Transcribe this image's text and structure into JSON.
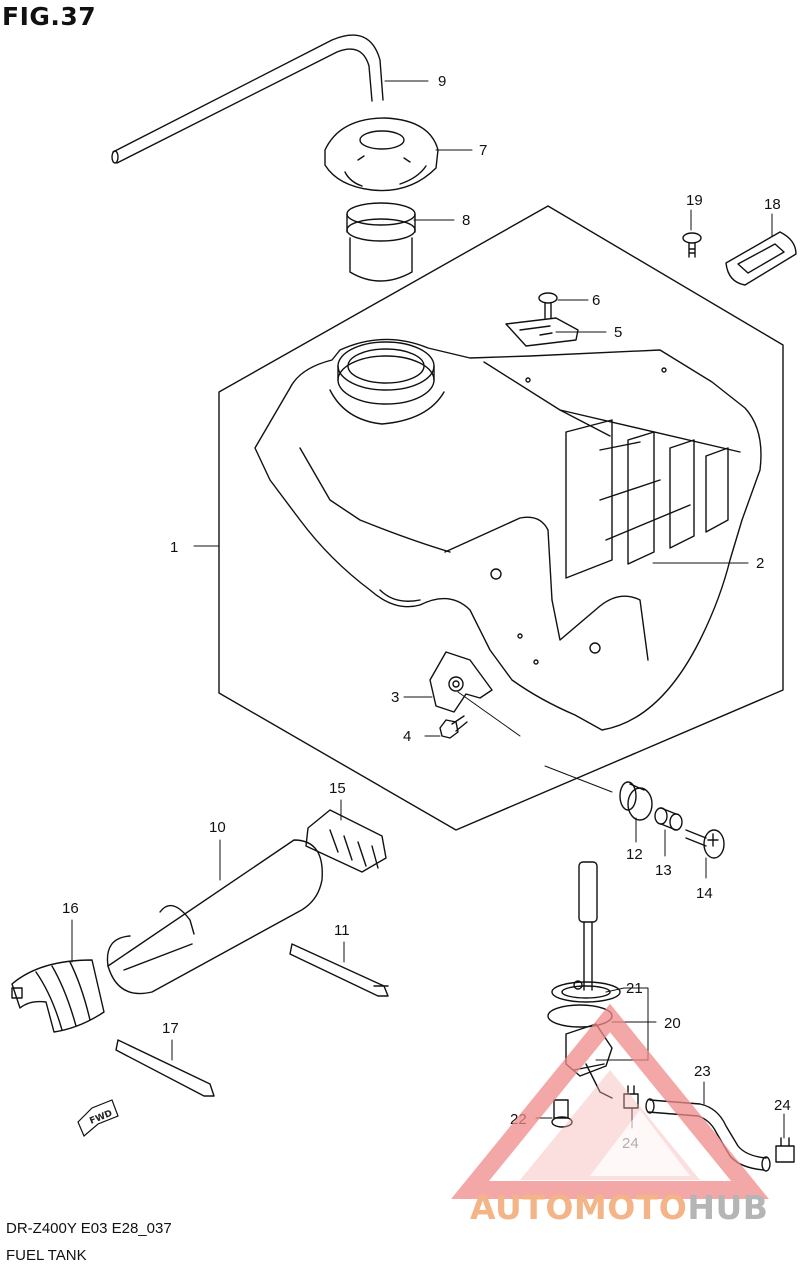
{
  "figure": {
    "title": "FIG.37",
    "model_code": "DR-Z400Y E03 E28_037",
    "assembly_name": "FUEL TANK",
    "fwd_marker": "FWD"
  },
  "part_callouts": [
    "1",
    "2",
    "3",
    "4",
    "5",
    "6",
    "7",
    "8",
    "9",
    "10",
    "11",
    "12",
    "13",
    "14",
    "15",
    "16",
    "17",
    "18",
    "19",
    "20",
    "21",
    "22",
    "23",
    "24",
    "24"
  ],
  "watermark": {
    "brand_part1": "AUTOMOTO",
    "brand_part2": "HUB",
    "accent_color": "#f3b487",
    "gray_color": "#b5b5b5",
    "logo_color": "#f08a8a"
  }
}
